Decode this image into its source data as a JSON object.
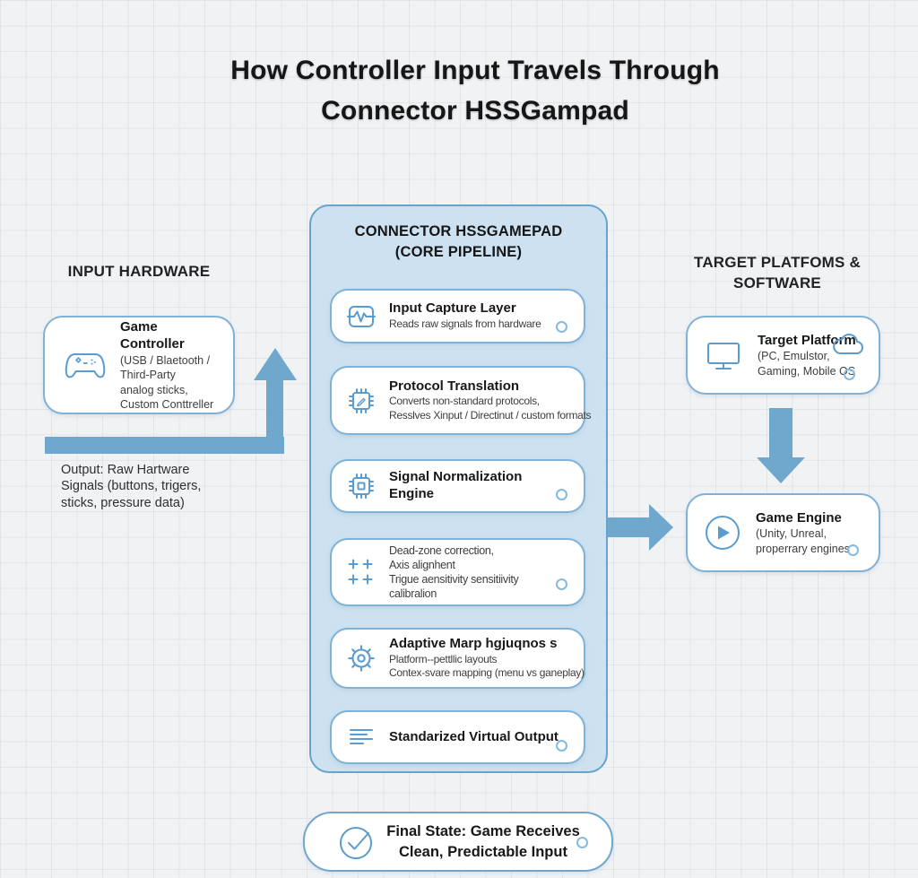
{
  "title": {
    "line1": "How Controller Input Travels Through",
    "line2": "Connector HSSGampad"
  },
  "colors": {
    "background": "#f1f2f4",
    "grid_line": "#d5dae2",
    "pipeline_fill": "#cde1f0",
    "pipeline_border": "#68a3c9",
    "box_border": "#7fb2d6",
    "arrow": "#6fa8cc",
    "icon_accent": "#5b9cd0",
    "title_text": "#161616",
    "body_text": "#3b3d40"
  },
  "left": {
    "header": "INPUT HARDWARE",
    "controller_box": {
      "icon": "gamepad-icon",
      "title": "Game Controller",
      "lines": [
        "(USB / Blaetooth /",
        "Third-Party",
        "analog sticks,",
        "Custom Conttreller"
      ]
    },
    "output_note": {
      "lines": [
        "Output: Raw Hartware",
        "Signals (buttons, trigers,",
        "sticks, pressure data)"
      ]
    }
  },
  "pipeline": {
    "header_line1": "CONNECTOR HSSGAMEPAD",
    "header_line2": "(CORE PIPELINE)",
    "steps": [
      {
        "icon": "waveform-icon",
        "title": "Input Capture Layer",
        "desc_lines": [
          "Reads raw signals from hardware"
        ],
        "has_status_circle": true
      },
      {
        "icon": "chip-translate-icon",
        "title": "Protocol Translation",
        "desc_lines": [
          "Converts non-standard protocols,",
          "Resslves Xinput / Directinut / custom formats"
        ],
        "has_status_circle": false
      },
      {
        "icon": "cpu-icon",
        "title": "Signal Normalization Engine",
        "desc_lines": [],
        "has_status_circle": true
      },
      {
        "icon": "calibration-crosses-icon",
        "title": "",
        "desc_lines": [
          "Dead-zone correction,",
          "Axis alignhent",
          "Trigue aensitivity sensitiivity",
          "calibralion"
        ],
        "has_status_circle": true
      },
      {
        "icon": "gear-icon",
        "title": "Adaptive Marp hgjuqnos s",
        "desc_lines": [
          "Platform--pettllic layouts",
          "Contex-svare mapping (menu vs ganeplay)"
        ],
        "has_status_circle": false
      },
      {
        "icon": "list-lines-icon",
        "title": "Standarized Virtual Output",
        "desc_lines": [],
        "has_status_circle": true
      }
    ]
  },
  "right": {
    "header_line1": "TARGET PLATFOMS &",
    "header_line2": "SOFTWARE",
    "target_box": {
      "icons": [
        "monitor-icon",
        "cloud-icon"
      ],
      "title": "Target Platform",
      "lines": [
        "(PC, Emulstor,",
        "Gaming, Mobile OS"
      ]
    },
    "engine_box": {
      "icons": [
        "play-circle-icon"
      ],
      "title": "Game Engine",
      "lines": [
        "(Unity, Unreal,",
        "properrary engines"
      ]
    }
  },
  "final_box": {
    "icon": "check-circle-icon",
    "line1": "Final State: Game Receives",
    "line2": "Clean, Predictable Input"
  }
}
